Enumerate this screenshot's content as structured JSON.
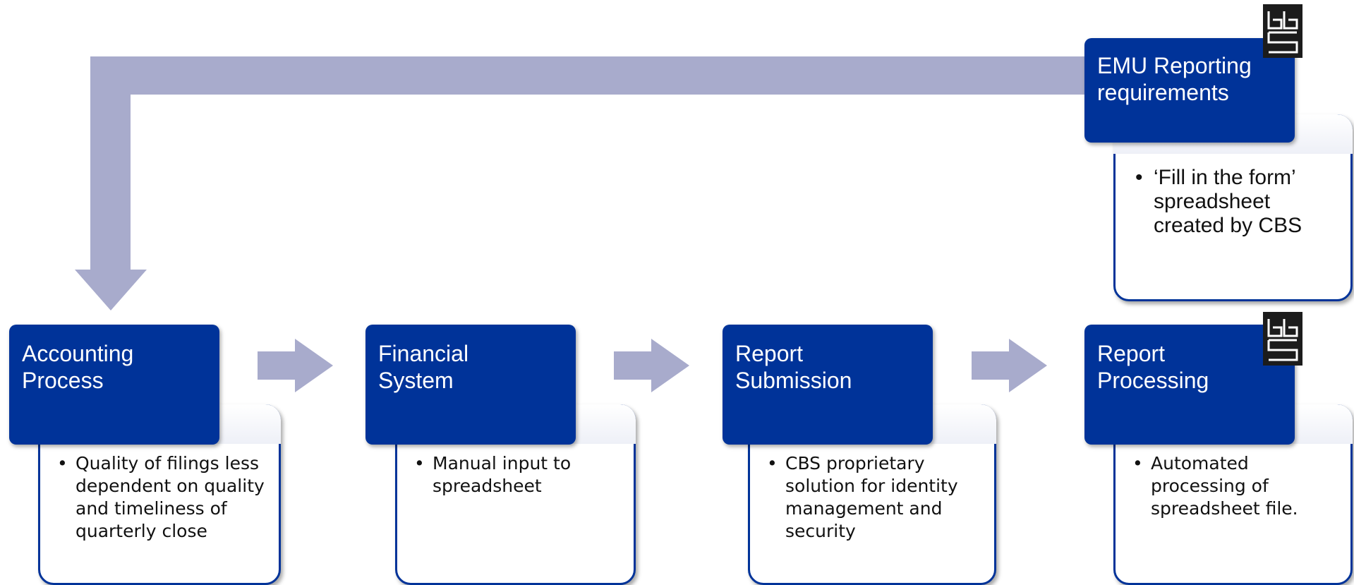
{
  "colors": {
    "header_fill": "#003399",
    "arrow_fill": "#a8abcc",
    "box_border": "#003399"
  },
  "steps": [
    {
      "title_lines": [
        "Accounting",
        "Process"
      ],
      "bullets": [
        "Quality of filings less dependent on quality and timeliness  of quarterly close"
      ]
    },
    {
      "title_lines": [
        "Financial",
        "System"
      ],
      "bullets": [
        "Manual input to spreadsheet"
      ]
    },
    {
      "title_lines": [
        "Report",
        "Submission"
      ],
      "bullets": [
        "CBS proprietary solution for identity management and security"
      ]
    },
    {
      "title_lines": [
        "Report",
        "Processing"
      ],
      "bullets": [
        "Automated processing of spreadsheet file."
      ]
    }
  ],
  "requirements": {
    "title_lines": [
      "EMU Reporting",
      "requirements"
    ],
    "bullets": [
      "‘Fill in the form’ spreadsheet created by CBS"
    ]
  },
  "icons": {
    "logo": "cbs-logo-icon",
    "flow_arrow": "right-arrow-icon",
    "feedback_arrow": "down-arrow-icon"
  }
}
